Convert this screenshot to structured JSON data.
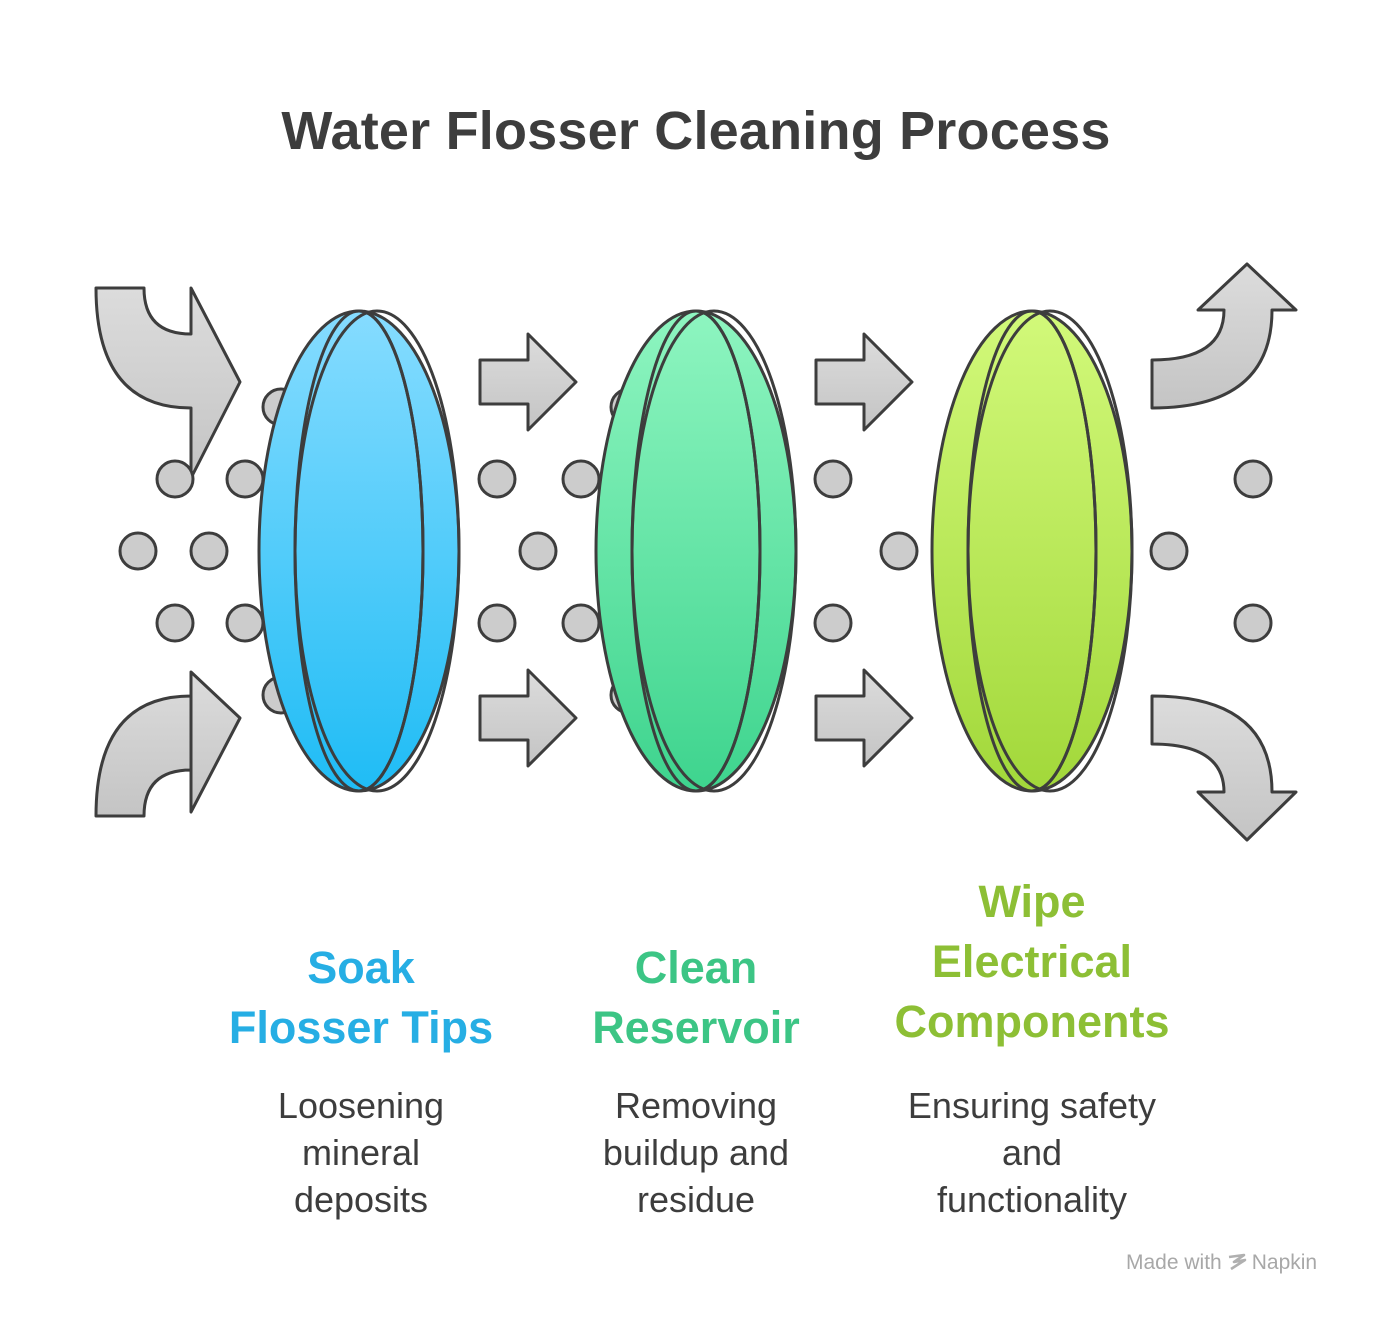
{
  "title": "Water Flosser Cleaning Process",
  "colors": {
    "step1": "#26aee4",
    "step2": "#3cc585",
    "step3": "#8dbf35",
    "arrow_fill": "#d0d0d0",
    "arrow_stroke": "#3d3d3d",
    "dot_fill": "#cccccc",
    "text": "#3d3d3d"
  },
  "steps": [
    {
      "title_lines": [
        "Soak",
        "Flosser Tips"
      ],
      "desc_lines": [
        "Loosening",
        "mineral",
        "deposits"
      ],
      "color": "#26aee4"
    },
    {
      "title_lines": [
        "Clean",
        "Reservoir"
      ],
      "desc_lines": [
        "Removing",
        "buildup and",
        "residue"
      ],
      "color": "#3cc585"
    },
    {
      "title_lines": [
        "Wipe",
        "Electrical",
        "Components"
      ],
      "desc_lines": [
        "Ensuring safety",
        "and",
        "functionality"
      ],
      "color": "#8dbf35"
    }
  ],
  "watermark": {
    "prefix": "Made with",
    "brand": "Napkin",
    "icon": "napkin-logo-icon"
  }
}
